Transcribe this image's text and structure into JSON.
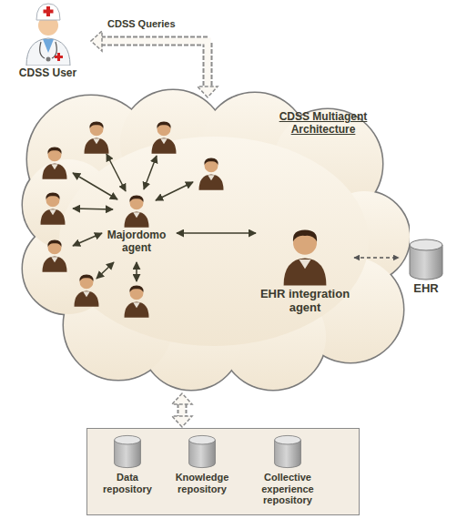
{
  "diagram": {
    "nodes": [
      {
        "text": [
          "CDSS User"
        ]
      },
      {
        "text": [
          "CDSS Multiagent Architecture"
        ]
      },
      {
        "text": [
          "Majordomo agent"
        ],
        "in": 1
      },
      {
        "text": [
          "EHR integration agent"
        ],
        "in": 1
      },
      {
        "text": [
          "EHR"
        ]
      },
      {
        "text": [
          "Data repository"
        ]
      },
      {
        "text": [
          "Knowledge repository"
        ]
      },
      {
        "text": [
          "Collective experience repository"
        ]
      }
    ],
    "edges": [
      {
        "from": 0,
        "to": 1,
        "label": "CDSS Queries",
        "arrow": "both"
      },
      {
        "from": 2,
        "to": 3,
        "arrow": "both"
      },
      {
        "from": 3,
        "to": 4,
        "arrow": "both"
      }
    ]
  }
}
